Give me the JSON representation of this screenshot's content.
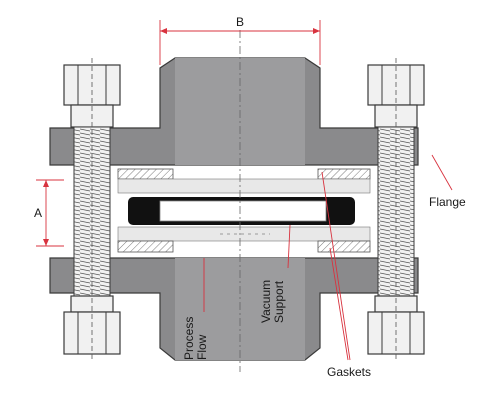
{
  "diagram": {
    "labels": {
      "dimension_a": "A",
      "dimension_b": "B",
      "flange": "Flange",
      "gaskets": "Gaskets",
      "process_flow_line1": "Process",
      "process_flow_line2": "Flow",
      "vacuum_support_line1": "Vacuum",
      "vacuum_support_line2": "Support"
    },
    "colors": {
      "flange_body": "#8a8a8c",
      "bolt_fill": "#f1f1f1",
      "stroke": "#3a3a3a",
      "gasket_black": "#111111",
      "dimension_line": "#d8333f",
      "leader_line": "#d8333f"
    }
  }
}
